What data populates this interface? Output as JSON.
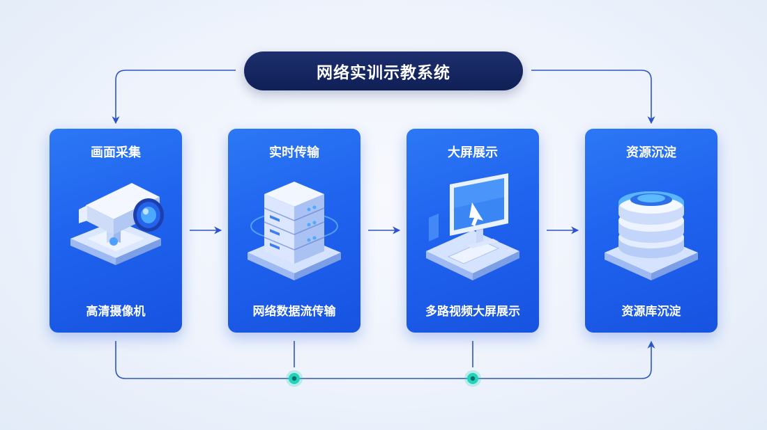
{
  "title": "网络实训示教系统",
  "stages": [
    {
      "title": "画面采集",
      "subtitle": "高清摄像机",
      "icon": "camera-icon"
    },
    {
      "title": "实时传输",
      "subtitle": "网络数据流传输",
      "icon": "server-icon"
    },
    {
      "title": "大屏展示",
      "subtitle": "多路视频大屏展示",
      "icon": "monitor-icon"
    },
    {
      "title": "资源沉淀",
      "subtitle": "资源库沉淀",
      "icon": "database-icon"
    }
  ],
  "colors": {
    "title_bg": "#13255f",
    "card_bg": "#1f63ee",
    "arrow": "#2c55c8",
    "node": "#23d3b9"
  }
}
